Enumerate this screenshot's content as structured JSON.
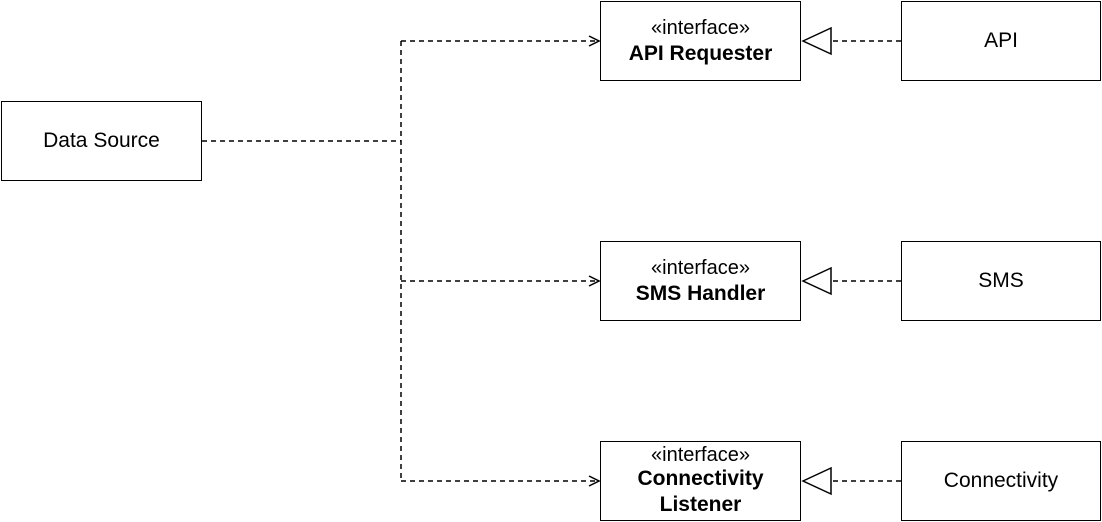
{
  "nodes": {
    "data_source": {
      "label": "Data Source"
    },
    "api_requester": {
      "stereotype": "«interface»",
      "name": "API Requester"
    },
    "sms_handler": {
      "stereotype": "«interface»",
      "name": "SMS Handler"
    },
    "connectivity_listener": {
      "stereotype": "«interface»",
      "name_line1": "Connectivity",
      "name_line2": "Listener"
    },
    "api": {
      "label": "API"
    },
    "sms": {
      "label": "SMS"
    },
    "connectivity": {
      "label": "Connectivity"
    }
  },
  "edges": [
    {
      "from": "data_source",
      "to": "api_requester",
      "relation": "dependency",
      "style": "dashed",
      "arrow": "open"
    },
    {
      "from": "data_source",
      "to": "sms_handler",
      "relation": "dependency",
      "style": "dashed",
      "arrow": "open"
    },
    {
      "from": "data_source",
      "to": "connectivity_listener",
      "relation": "dependency",
      "style": "dashed",
      "arrow": "open"
    },
    {
      "from": "api",
      "to": "api_requester",
      "relation": "realization",
      "style": "dashed",
      "arrow": "hollow-triangle"
    },
    {
      "from": "sms",
      "to": "sms_handler",
      "relation": "realization",
      "style": "dashed",
      "arrow": "hollow-triangle"
    },
    {
      "from": "connectivity",
      "to": "connectivity_listener",
      "relation": "realization",
      "style": "dashed",
      "arrow": "hollow-triangle"
    }
  ],
  "colors": {
    "stroke": "#000000",
    "background": "#ffffff"
  }
}
